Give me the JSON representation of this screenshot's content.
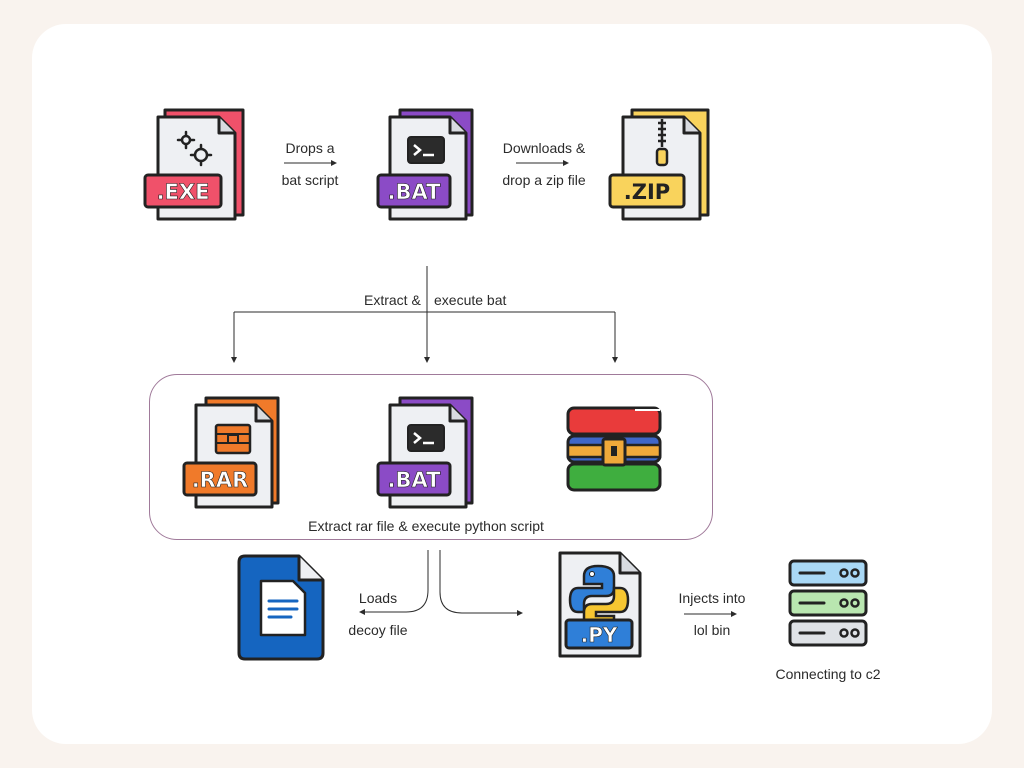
{
  "files": {
    "exe": ".EXE",
    "bat": ".BAT",
    "zip": ".ZIP",
    "rar": ".RAR",
    "bat2": ".BAT",
    "py": ".PY"
  },
  "labels": {
    "drops_line1": "Drops a",
    "drops_line2": "bat script",
    "downloads_line1": "Downloads &",
    "downloads_line2": "drop a zip file",
    "extract_left": "Extract &",
    "extract_right": "execute bat",
    "group_caption": "Extract rar file & execute python script",
    "loads_line1": "Loads",
    "loads_line2": "decoy file",
    "injects_line1": "Injects into",
    "injects_line2": "lol bin",
    "c2": "Connecting to c2"
  },
  "colors": {
    "exe": "#f0516a",
    "bat": "#8b4bc6",
    "zip": "#f9d35c",
    "rar": "#f07a2a",
    "doc": "#1565c0",
    "py": "#2f7fd8"
  },
  "icons": [
    "exe-file-icon",
    "bat-file-icon",
    "zip-file-icon",
    "rar-file-icon",
    "winrar-icon",
    "document-icon",
    "python-file-icon",
    "server-icon"
  ]
}
